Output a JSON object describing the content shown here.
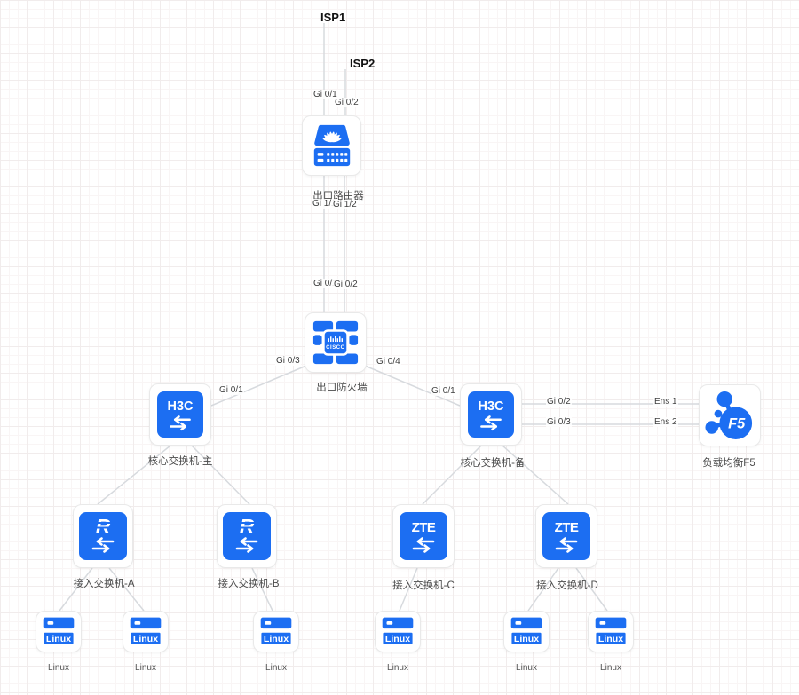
{
  "colors": {
    "device_blue": "#1c6ef2",
    "link_line": "#d7dade",
    "label_text": "#4a4a4a"
  },
  "labels": {
    "isp1": "ISP1",
    "isp2": "ISP2"
  },
  "brands": {
    "h3c": "H3C",
    "zte": "ZTE",
    "cisco": "CISCO",
    "f5": "F5",
    "ruijie": "R",
    "linux": "Linux"
  },
  "nodes": {
    "router": {
      "label": "出口路由器"
    },
    "firewall": {
      "label": "出口防火墙"
    },
    "core_main": {
      "label": "核心交换机-主"
    },
    "core_backup": {
      "label": "核心交换机-备"
    },
    "f5": {
      "label": "负载均衡F5"
    },
    "access_a": {
      "label": "接入交换机-A"
    },
    "access_b": {
      "label": "接入交换机-B"
    },
    "access_c": {
      "label": "接入交换机-C"
    },
    "access_d": {
      "label": "接入交换机-D"
    }
  },
  "servers": [
    "Linux",
    "Linux",
    "Linux",
    "Linux",
    "Linux",
    "Linux"
  ],
  "ports": {
    "isp1_uplink": "Gi 0/1",
    "isp2_uplink": "Gi 0/2",
    "router_down1": "Gi 1/1",
    "router_down2": "Gi 1/2",
    "fw_up1": "Gi 0/1",
    "fw_up2": "Gi 0/2",
    "fw_left": "Gi 0/3",
    "fw_right": "Gi 0/4",
    "core_main_up": "Gi 0/1",
    "core_backup_up": "Gi 0/1",
    "core_backup_f5_1": "Gi 0/2",
    "core_backup_f5_2": "Gi 0/3",
    "f5_ens1": "Ens 1",
    "f5_ens2": "Ens 2"
  }
}
